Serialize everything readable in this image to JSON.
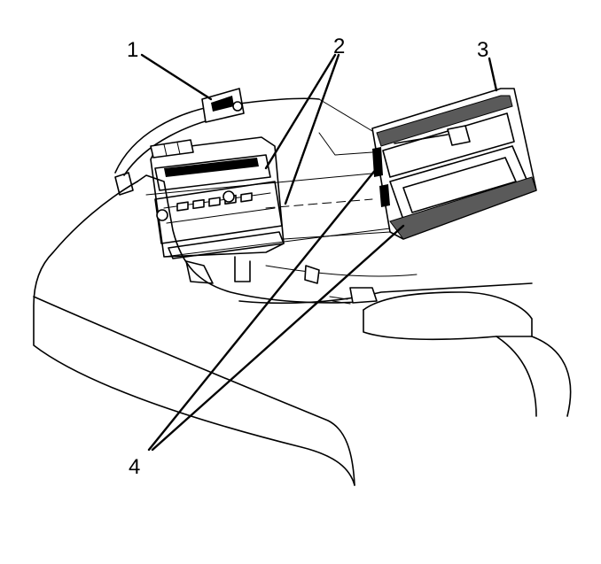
{
  "callouts": [
    {
      "id": "1",
      "label": "1"
    },
    {
      "id": "2",
      "label": "2"
    },
    {
      "id": "3",
      "label": "3"
    },
    {
      "id": "4",
      "label": "4"
    }
  ],
  "colors": {
    "line": "#000000",
    "background": "#ffffff",
    "shade": "#5a5a5a"
  }
}
